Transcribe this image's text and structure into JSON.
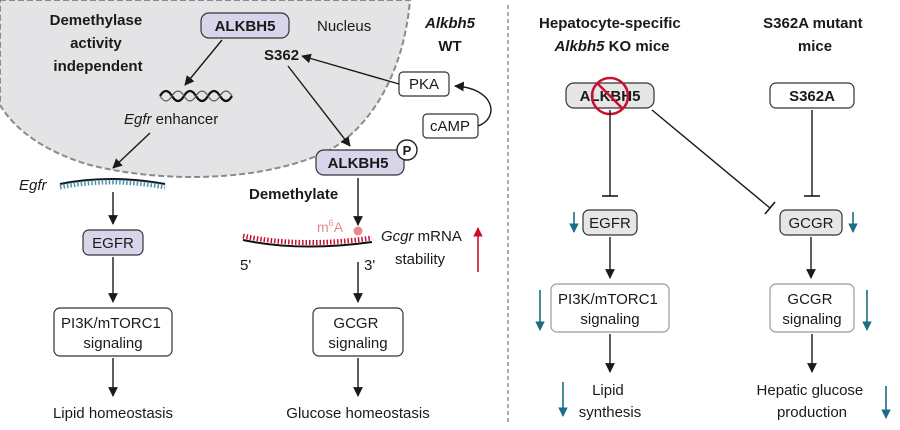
{
  "left": {
    "demethylase_independent": [
      "Demethylase",
      "activity",
      "independent"
    ],
    "alkbh5_label": "ALKBH5",
    "nucleus_label": "Nucleus",
    "genotype_gene": "Alkbh5",
    "genotype_wt": "WT",
    "s362_label": "S362",
    "egfr_enhancer_gene": "Egfr",
    "egfr_enhancer_rest": " enhancer",
    "pka_label": "PKA",
    "camp_label": "cAMP",
    "egfr_mrna_label": "Egfr",
    "alkbh5p_label": "ALKBH5",
    "phospho_label": "P",
    "demethylate_label": "Demethylate",
    "m6a_base": "m",
    "m6a_sup": "6",
    "m6a_rest": "A",
    "gcgr_mrna_gene": "Gcgr",
    "gcgr_mrna_rest": " mRNA",
    "stability_label": "stability",
    "five_prime": "5'",
    "three_prime": "3'",
    "egfr_box": "EGFR",
    "pi3k_box_line1": "PI3K/mTORC1",
    "pi3k_box_line2": "signaling",
    "gcgr_box_line1": "GCGR",
    "gcgr_box_line2": "signaling",
    "lipid_outcome": "Lipid homeostasis",
    "glucose_outcome": "Glucose homeostasis"
  },
  "right": {
    "hep_header_line1": "Hepatocyte-specific",
    "hep_header_gene": "Alkbh5",
    "hep_header_rest": " KO mice",
    "mut_header_line1": "S362A mutant",
    "mut_header_line2": "mice",
    "alkbh5_ko_label": "ALKBH5",
    "s362a_label": "S362A",
    "egfr_label": "EGFR",
    "gcgr_label": "GCGR",
    "pi3k_line1": "PI3K/mTORC1",
    "pi3k_line2": "signaling",
    "gcgr_sig_line1": "GCGR",
    "gcgr_sig_line2": "signaling",
    "lipid_line1": "Lipid",
    "lipid_line2": "synthesis",
    "hepatic_line1": "Hepatic glucose",
    "hepatic_line2": "production"
  },
  "colors": {
    "nucleus_fill": "#e4e4e6",
    "lavender_box": "#d7d5ea",
    "red_accent": "#c8102e",
    "m6a_pink": "#e58a8a",
    "down_arrow_teal": "#1b6e86",
    "rna_blue": "#4a8fb0"
  }
}
